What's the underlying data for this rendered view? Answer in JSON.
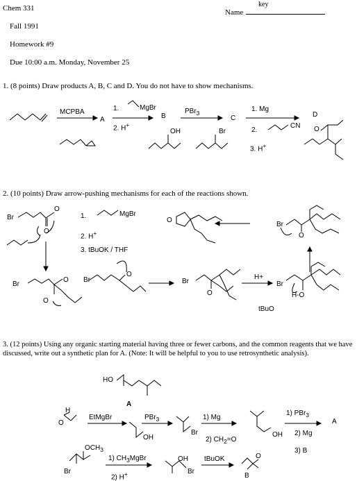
{
  "header": {
    "course": "Chem 331",
    "term": "Fall 1991",
    "assignment": "Homework #9",
    "due": "Due 10:00 a.m. Monday, November 25",
    "name_label": "Name",
    "key_label": "key"
  },
  "q1": {
    "prompt": "1. (8 points) Draw products A, B, C and D. You do not have to show mechanisms.",
    "reagents": {
      "mcpba": "MCPBA",
      "grignard_step1": "1.",
      "grignard_mgbr": "MgBr",
      "h_plus": "2. H",
      "pbr3": "PBr",
      "mg": "1. Mg",
      "step2": "2.",
      "cn": "CN",
      "step3": "3. H"
    },
    "labels": {
      "a": "A",
      "b": "B",
      "c": "C",
      "d": "D"
    },
    "atoms": {
      "oh": "OH",
      "br": "Br",
      "o": "O"
    }
  },
  "q2": {
    "prompt": "2. (10 points) Draw arrow-pushing mechanisms for each of the reactions shown.",
    "reagents": {
      "step1": "1.",
      "mgbr": "MgBr",
      "step2": "2. H",
      "step3": "3. tBuOK / THF",
      "h_plus": "H+"
    },
    "atoms": {
      "br": "Br",
      "o": "O",
      "ho": "H-O",
      "tbuo": "tBuO"
    }
  },
  "q3": {
    "prompt": "3.  (12 points)  Using any organic starting material having three or fewer carbons, and the common reagents that we have discussed, write out a synthetic plan for A. (Note: It will be helpful to you to use retrosynthetic analysis).",
    "target_label": "A",
    "atoms": {
      "ho": "HO",
      "oh": "OH",
      "br": "Br",
      "o": "O",
      "och3": "OCH",
      "h": "H"
    },
    "reagents": {
      "etmgbr": "EtMgBr",
      "pbr3": "PBr",
      "mg": "1) Mg",
      "ch2o": "2)  CH",
      "pbr3_b": "1) PBr",
      "mg_b": "2) Mg",
      "b": "3)  B",
      "ch3mgbr": "1) CH",
      "h_plus": "2) H",
      "tbuok": "tBuOK"
    },
    "labels": {
      "a": "A",
      "b": "B"
    }
  }
}
